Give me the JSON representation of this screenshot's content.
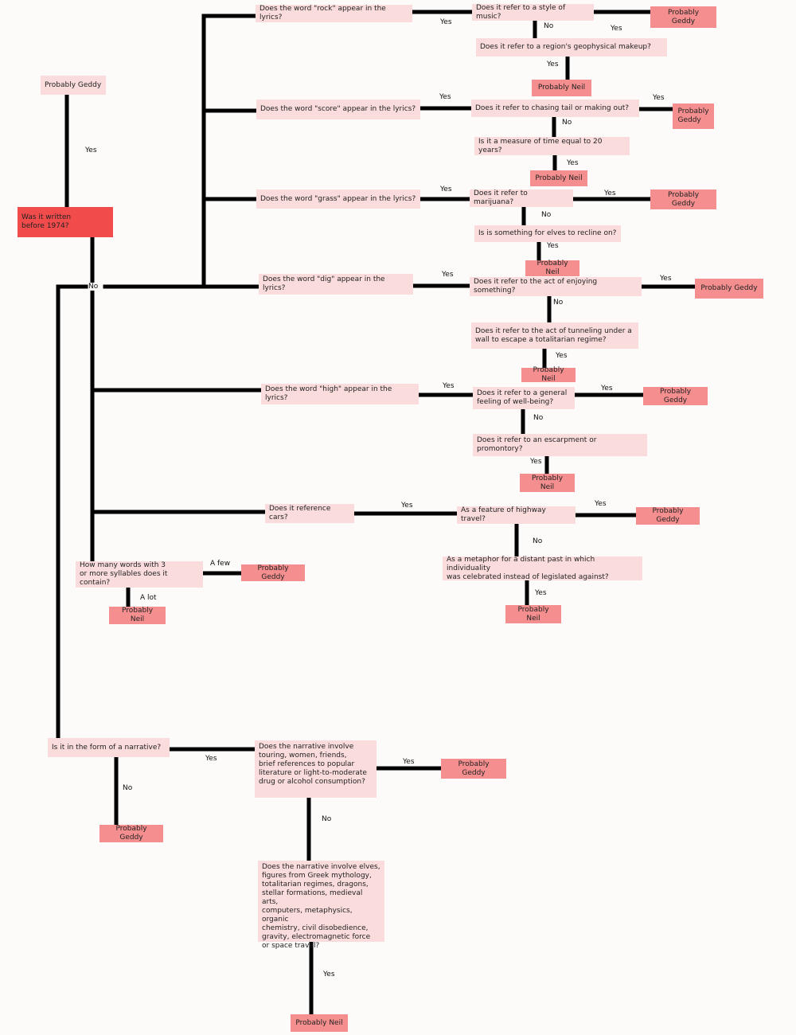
{
  "colors": {
    "question": "#fbdcdc",
    "answer": "#f58e8e",
    "root": "#f24b4b",
    "line": "#000000"
  },
  "nodes": {
    "start": "Probably Geddy",
    "root": "Was it written\nbefore 1974?",
    "rock_q": "Does the word \"rock\" appear in the lyrics?",
    "rock_music": "Does it refer to a style of music?",
    "rock_geddy": "Probably Geddy",
    "rock_geo": "Does it refer to a region's geophysical makeup?",
    "rock_neil": "Probably Neil",
    "score_q": "Does the word \"score\" appear in the lyrics?",
    "score_tail": "Does it refer to chasing tail or making out?",
    "score_geddy": "Probably\nGeddy",
    "score_time": "Is it a measure of time equal to 20 years?",
    "score_neil": "Probably Neil",
    "grass_q": "Does the word \"grass\" appear in the lyrics?",
    "grass_mari": "Does it refer to marijuana?",
    "grass_geddy": "Probably Geddy",
    "grass_elves": "Is is something for elves to recline on?",
    "grass_neil": "Probably Neil",
    "dig_q": "Does the word \"dig\" appear in the lyrics?",
    "dig_enjoy": "Does it refer to the act of enjoying something?",
    "dig_geddy": "Probably Geddy",
    "dig_tunnel": "Does it refer to the act of tunneling under a\nwall to escape a totalitarian regime?",
    "dig_neil": "Probably Neil",
    "high_q": "Does the word \"high\" appear in the lyrics?",
    "high_well": "Does it refer to a general\nfeeling of well-being?",
    "high_geddy": "Probably Geddy",
    "high_esc": "Does it refer to an escarpment or promontory?",
    "high_neil": "Probably Neil",
    "cars_q": "Does it reference cars?",
    "cars_hw": "As a feature of highway travel?",
    "cars_geddy": "Probably Geddy",
    "cars_meta": "As a metaphor for a distant past in which individuality\nwas celebrated instead of legislated against?",
    "cars_neil": "Probably Neil",
    "syl_q": "How many words with 3\nor more syllables does it contain?",
    "syl_geddy": "Probably Geddy",
    "syl_neil": "Probably Neil",
    "narr_q": "Is it in the form of a narrative?",
    "narr_geddy_no": "Probably Geddy",
    "narr_tour": "Does the narrative involve\ntouring, women, friends,\nbrief references to popular\nliterature or light-to-moderate\ndrug or alcohol consumption?",
    "narr_geddy": "Probably Geddy",
    "narr_elves": "Does the narrative involve elves,\nfigures from Greek mythology,\ntotalitarian regimes, dragons,\nstellar formations, medieval arts,\ncomputers, metaphysics, organic\nchemistry, civil disobedience,\ngravity, electromagnetic force\nor space travel?",
    "narr_neil": "Probably Neil"
  },
  "labels": {
    "yes": "Yes",
    "no": "No",
    "a_few": "A few",
    "a_lot": "A lot"
  }
}
